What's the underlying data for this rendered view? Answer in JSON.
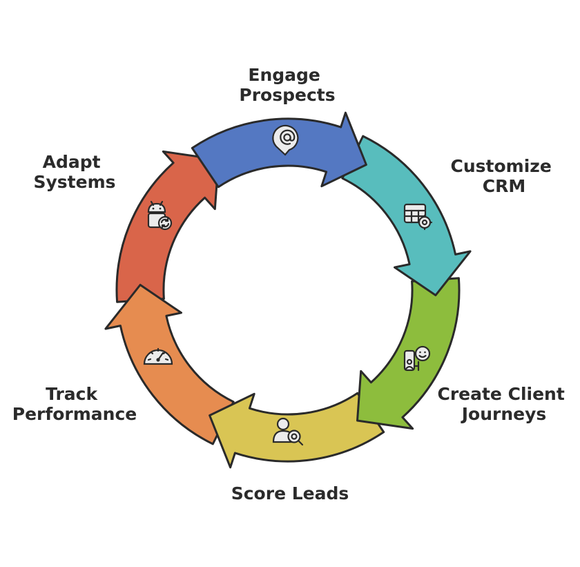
{
  "diagram": {
    "type": "cycle",
    "stages": [
      {
        "id": "engage-prospects",
        "lines": [
          "Engage",
          "Prospects"
        ],
        "color": "#5478C2",
        "icon": "at-sign-icon"
      },
      {
        "id": "customize-crm",
        "lines": [
          "Customize",
          "CRM"
        ],
        "color": "#58BDBD",
        "icon": "table-gear-icon"
      },
      {
        "id": "create-client-journeys",
        "lines": [
          "Create Client",
          "Journeys"
        ],
        "color": "#8DBD3D",
        "icon": "journey-person-icon"
      },
      {
        "id": "score-leads",
        "lines": [
          "Score Leads"
        ],
        "color": "#D9C554",
        "icon": "user-search-icon"
      },
      {
        "id": "track-performance",
        "lines": [
          "Track",
          "Performance"
        ],
        "color": "#E68C50",
        "icon": "gauge-icon"
      },
      {
        "id": "adapt-systems",
        "lines": [
          "Adapt",
          "Systems"
        ],
        "color": "#D9654A",
        "icon": "android-sync-icon"
      }
    ]
  }
}
